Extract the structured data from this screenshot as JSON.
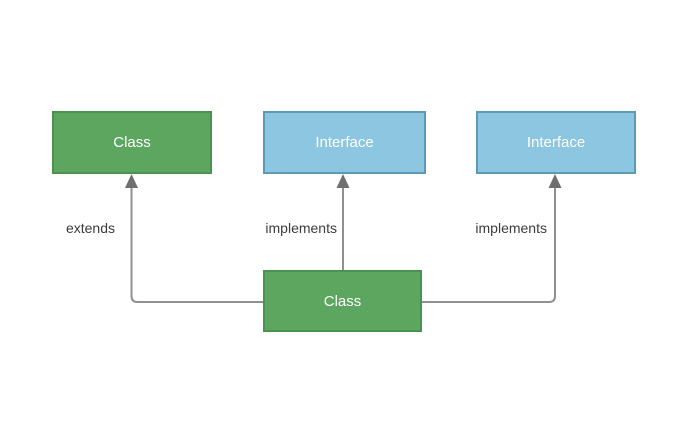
{
  "diagram": {
    "nodes": [
      {
        "id": "class-parent",
        "type": "class",
        "label": "Class"
      },
      {
        "id": "interface-center",
        "type": "interface",
        "label": "Interface"
      },
      {
        "id": "interface-right",
        "type": "interface",
        "label": "Interface"
      },
      {
        "id": "class-child",
        "type": "class",
        "label": "Class"
      }
    ],
    "edges": [
      {
        "from": "class-child",
        "to": "class-parent",
        "label": "extends"
      },
      {
        "from": "class-child",
        "to": "interface-center",
        "label": "implements"
      },
      {
        "from": "class-child",
        "to": "interface-right",
        "label": "implements"
      }
    ],
    "colors": {
      "class_fill": "#5ca65f",
      "class_border": "#49934e",
      "interface_fill": "#8cc6e0",
      "interface_border": "#5b9bb8",
      "edge": "#909090",
      "arrowhead": "#6f6f6f",
      "node_text": "#ffffff",
      "label_text": "#3c3c3c"
    }
  }
}
